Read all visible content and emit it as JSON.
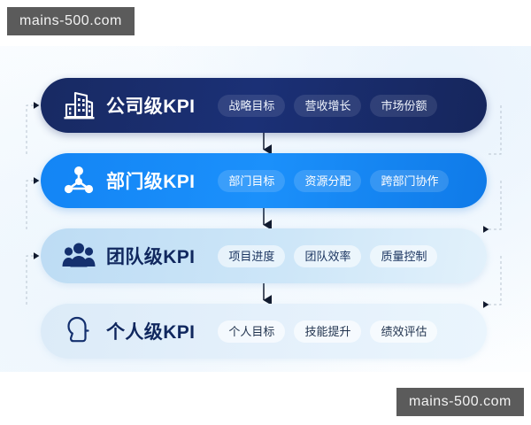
{
  "watermarks": {
    "top_left": "mains-500.com",
    "bottom_right": "mains-500.com"
  },
  "diagram": {
    "type": "hierarchy-cascade",
    "levels": [
      {
        "title": "公司级KPI",
        "icon": "office-building-icon",
        "color": "#1b3076",
        "text_color": "#ffffff",
        "tags": [
          "战略目标",
          "营收增长",
          "市场份额"
        ]
      },
      {
        "title": "部门级KPI",
        "icon": "network-nodes-icon",
        "color": "#1b90fb",
        "text_color": "#ffffff",
        "tags": [
          "部门目标",
          "资源分配",
          "跨部门协作"
        ]
      },
      {
        "title": "团队级KPI",
        "icon": "people-group-icon",
        "color": "#cde6f8",
        "text_color": "#10275e",
        "tags": [
          "项目进度",
          "团队效率",
          "质量控制"
        ]
      },
      {
        "title": "个人级KPI",
        "icon": "person-outline-icon",
        "color": "#e4f0fb",
        "text_color": "#10275e",
        "tags": [
          "个人目标",
          "技能提升",
          "绩效评估"
        ]
      }
    ]
  }
}
